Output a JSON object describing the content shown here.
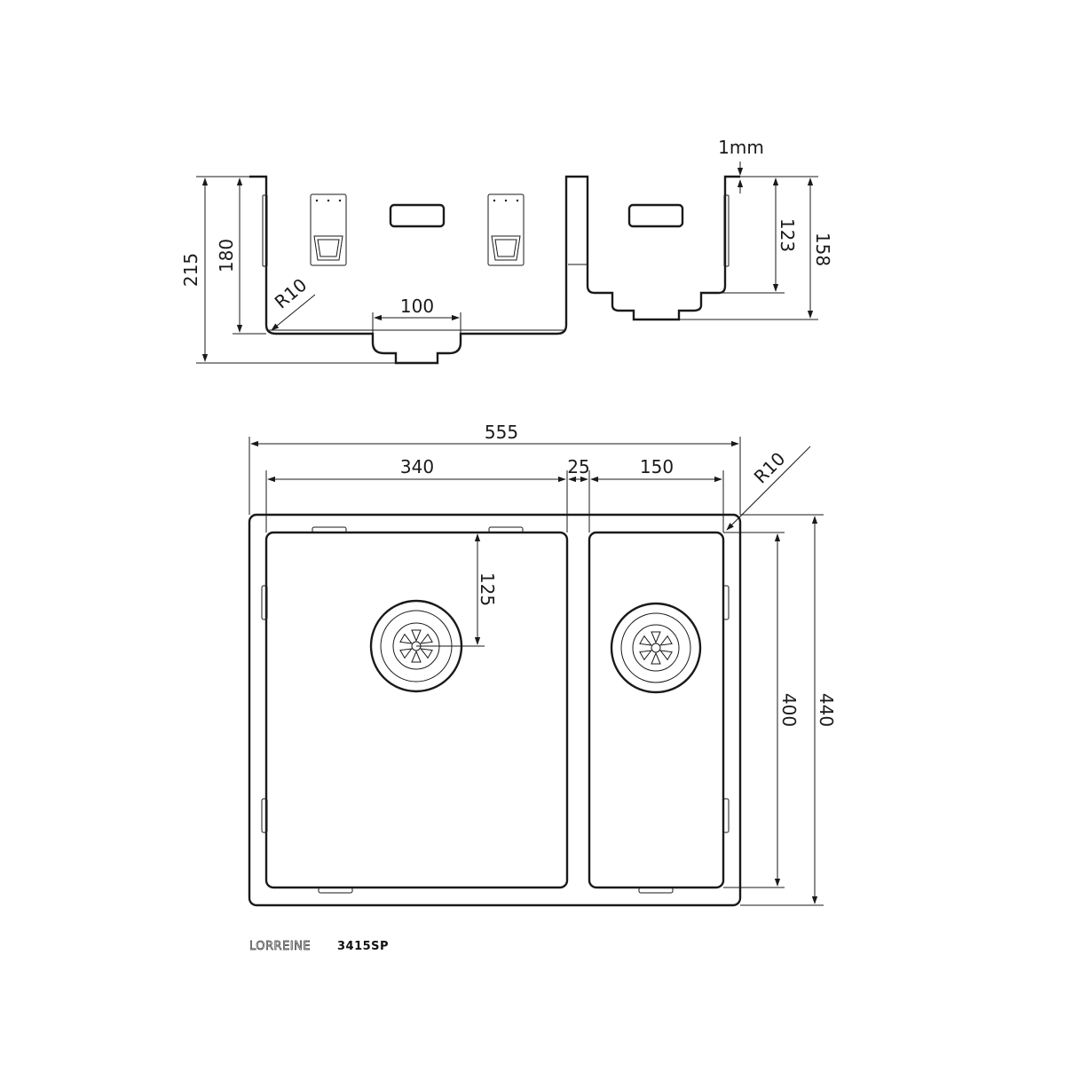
{
  "side_view": {
    "thickness_label": "1mm",
    "height_total": "215",
    "height_main": "180",
    "radius_label": "R10",
    "drain_width": "100",
    "small_height": "123",
    "small_total": "158"
  },
  "top_view": {
    "width_total": "555",
    "width_main": "340",
    "width_divider": "25",
    "width_small": "150",
    "radius_label": "R10",
    "drain_offset": "125",
    "depth_inner": "400",
    "depth_total": "440"
  },
  "brand": {
    "name": "LORREINE",
    "model": "3415SP"
  }
}
